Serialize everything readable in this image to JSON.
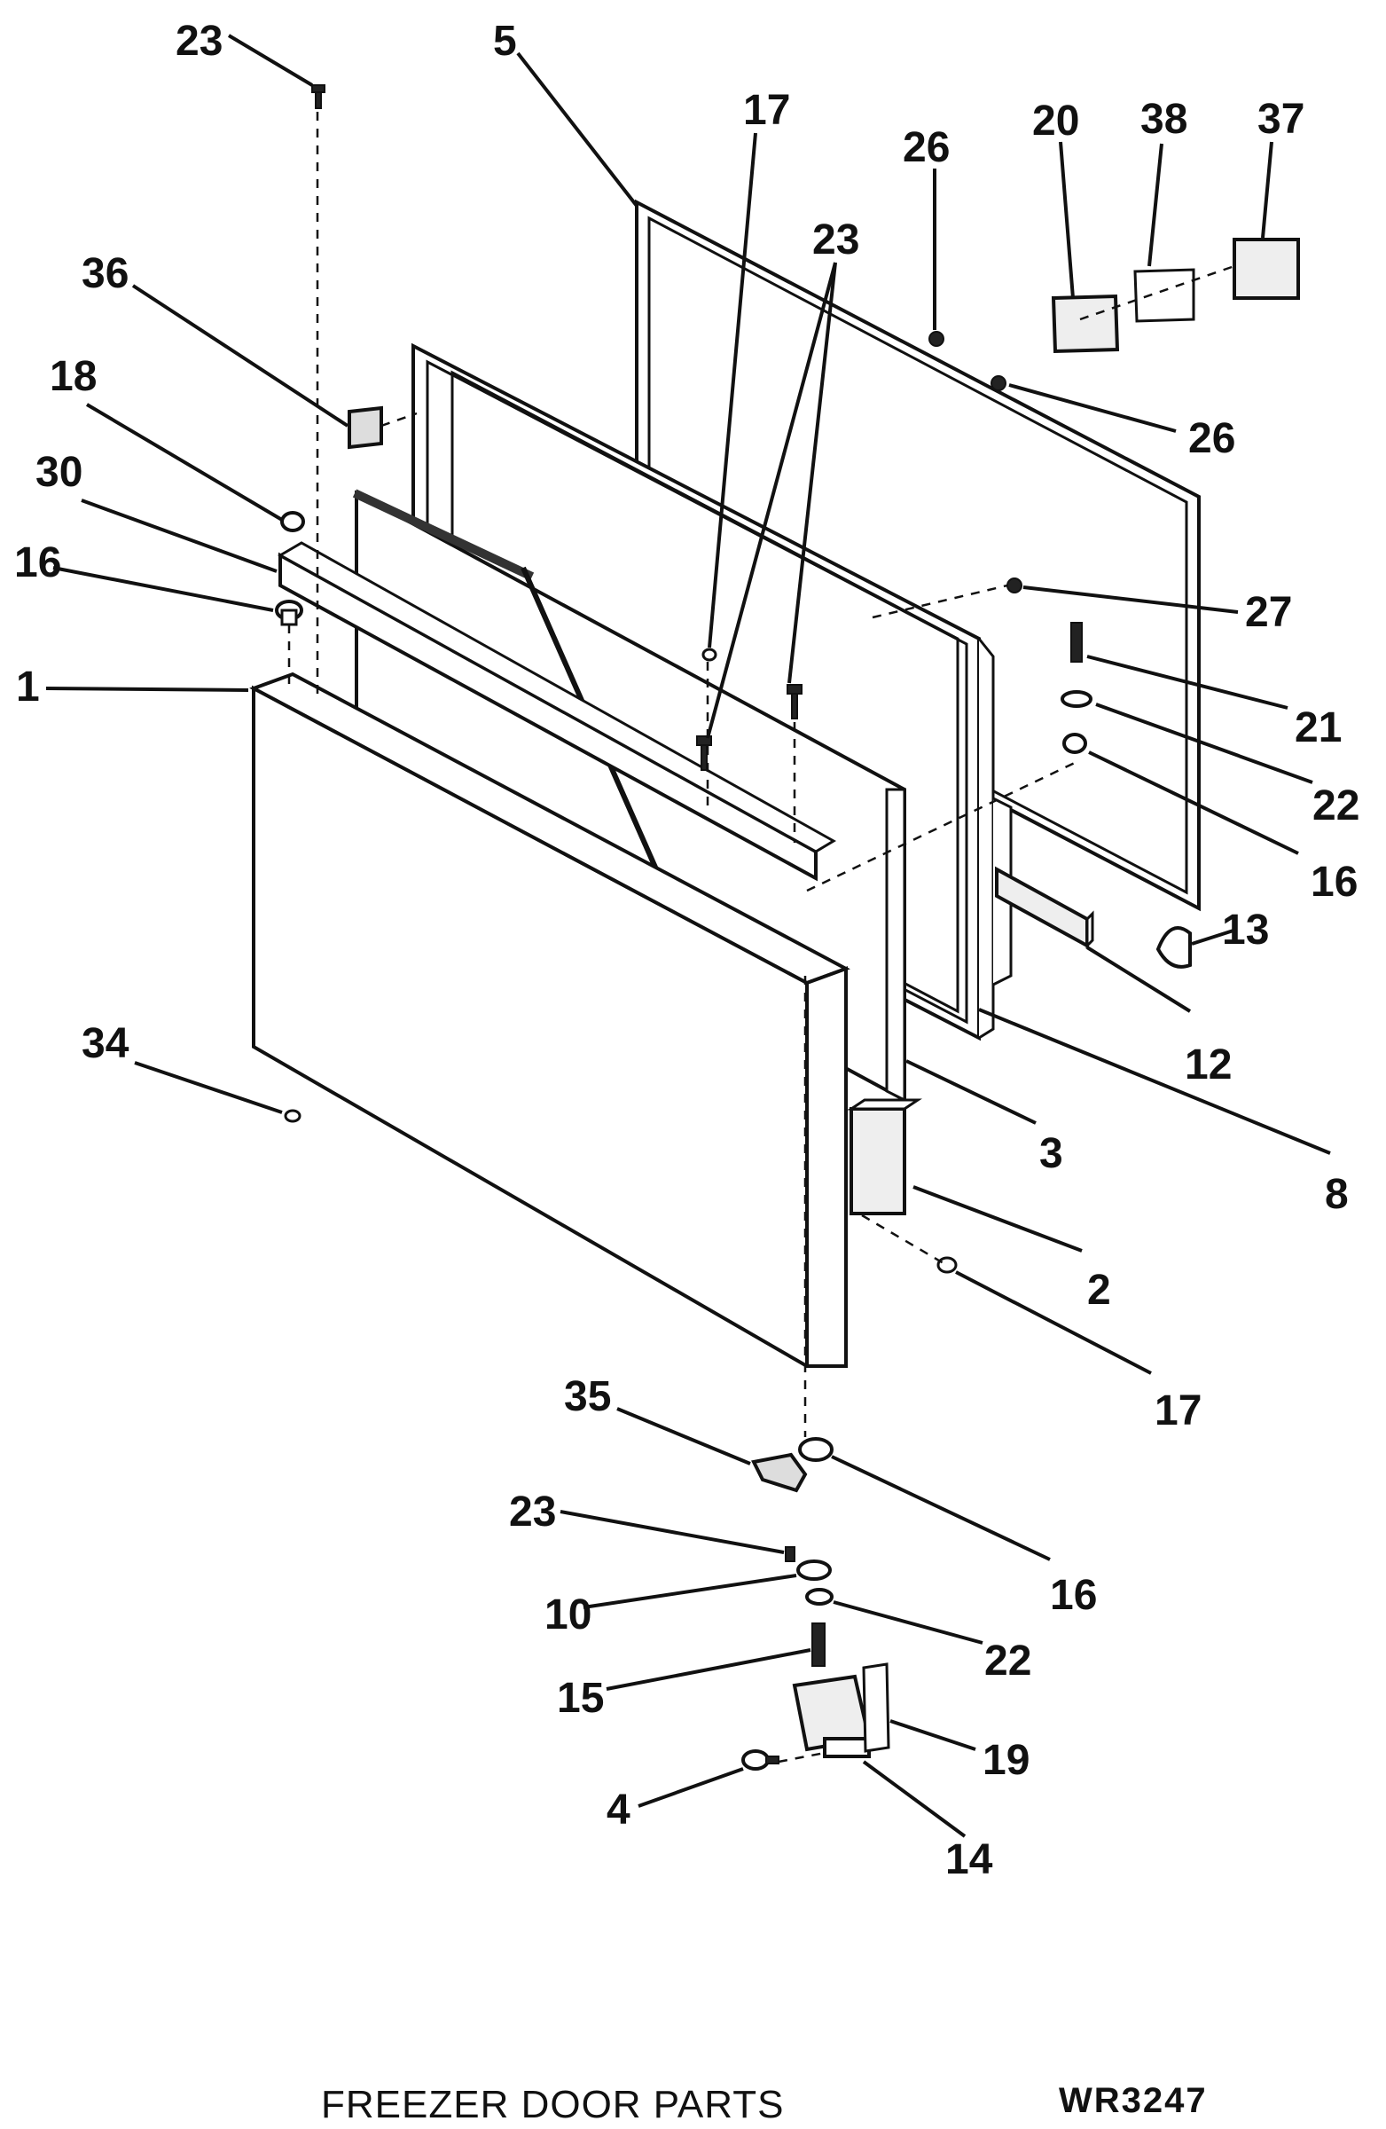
{
  "diagram": {
    "title": "FREEZER DOOR PARTS",
    "code": "WR3247",
    "callouts": [
      {
        "id": "c23a",
        "label": "23"
      },
      {
        "id": "c5",
        "label": "5"
      },
      {
        "id": "c17a",
        "label": "17"
      },
      {
        "id": "c26a",
        "label": "26"
      },
      {
        "id": "c20",
        "label": "20"
      },
      {
        "id": "c38",
        "label": "38"
      },
      {
        "id": "c37",
        "label": "37"
      },
      {
        "id": "c23b",
        "label": "23"
      },
      {
        "id": "c36",
        "label": "36"
      },
      {
        "id": "c26b",
        "label": "26"
      },
      {
        "id": "c18",
        "label": "18"
      },
      {
        "id": "c30",
        "label": "30"
      },
      {
        "id": "c16a",
        "label": "16"
      },
      {
        "id": "c27",
        "label": "27"
      },
      {
        "id": "c1",
        "label": "1"
      },
      {
        "id": "c21",
        "label": "21"
      },
      {
        "id": "c22a",
        "label": "22"
      },
      {
        "id": "c16b",
        "label": "16"
      },
      {
        "id": "c13",
        "label": "13"
      },
      {
        "id": "c12",
        "label": "12"
      },
      {
        "id": "c34",
        "label": "34"
      },
      {
        "id": "c3",
        "label": "3"
      },
      {
        "id": "c8",
        "label": "8"
      },
      {
        "id": "c2",
        "label": "2"
      },
      {
        "id": "c17b",
        "label": "17"
      },
      {
        "id": "c35",
        "label": "35"
      },
      {
        "id": "c16c",
        "label": "16"
      },
      {
        "id": "c23c",
        "label": "23"
      },
      {
        "id": "c10",
        "label": "10"
      },
      {
        "id": "c22b",
        "label": "22"
      },
      {
        "id": "c15",
        "label": "15"
      },
      {
        "id": "c19",
        "label": "19"
      },
      {
        "id": "c4",
        "label": "4"
      },
      {
        "id": "c14",
        "label": "14"
      }
    ]
  }
}
